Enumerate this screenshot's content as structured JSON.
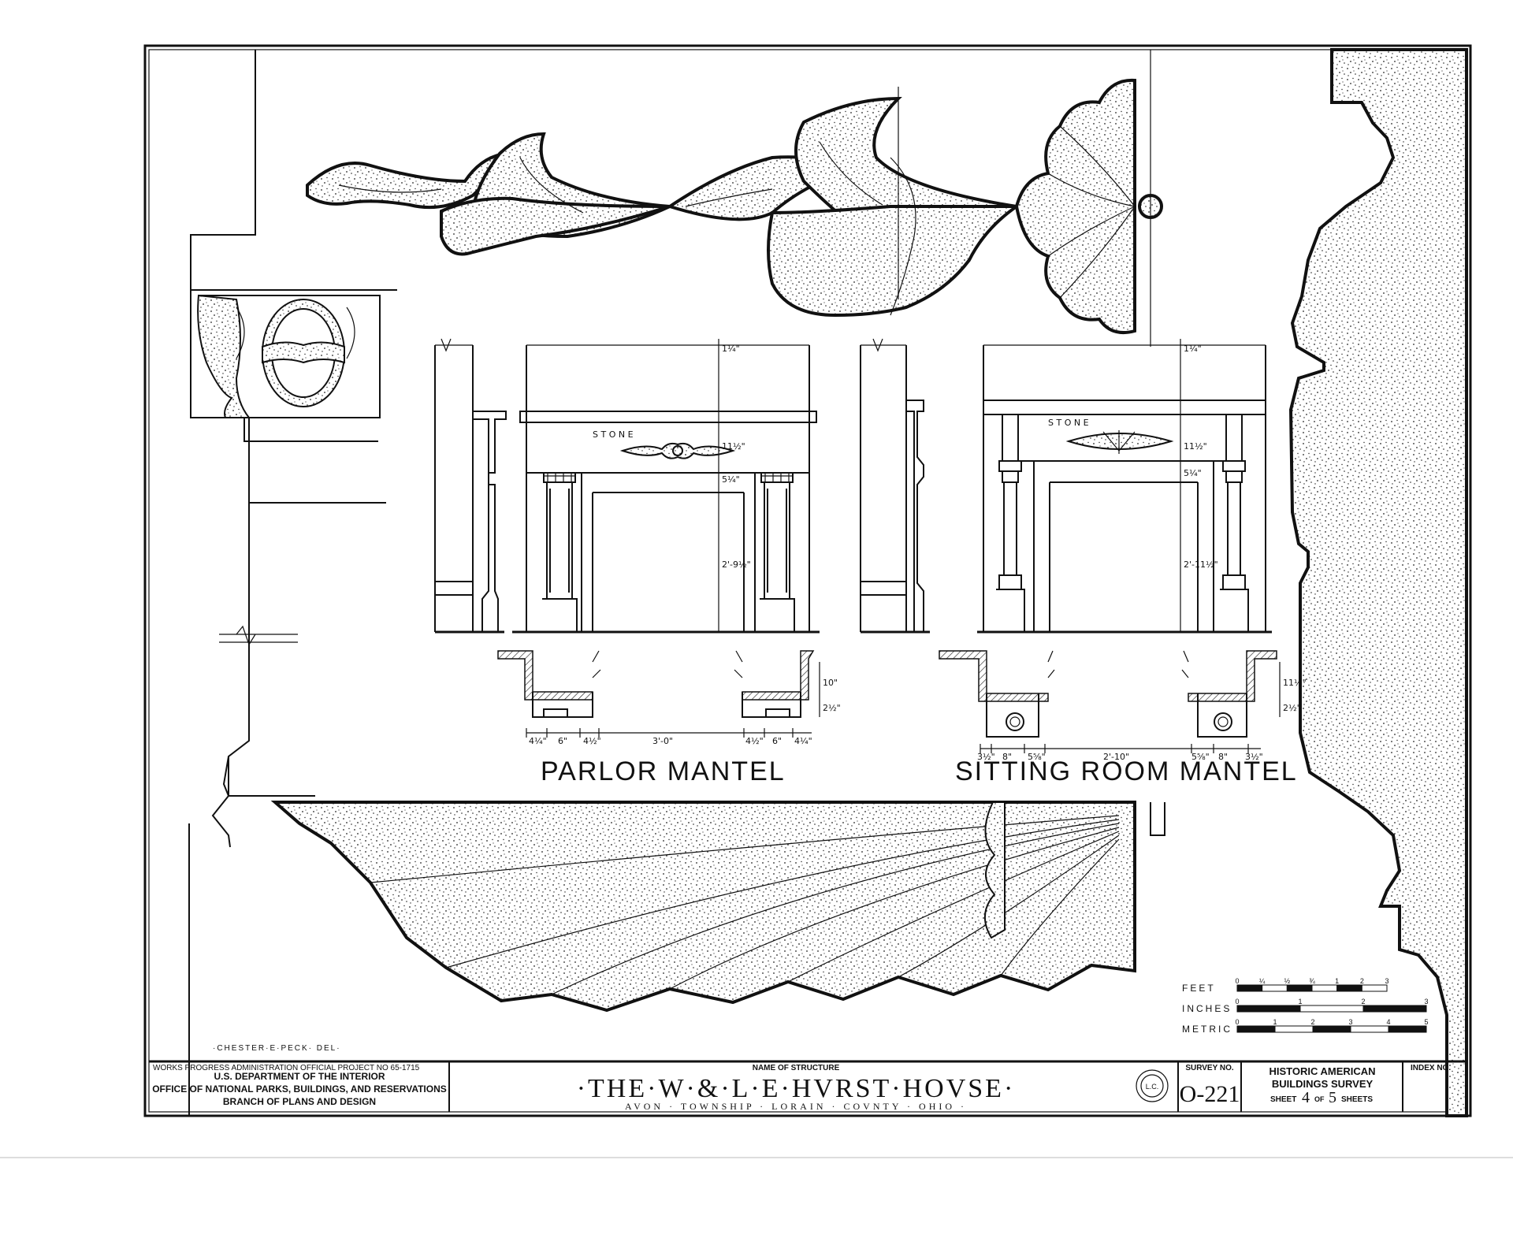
{
  "parlor": {
    "title": "PARLOR MANTEL",
    "stone": "S T O N E",
    "dims": {
      "top": "1¼\"",
      "frieze": "11½\"",
      "band": "5¼\"",
      "opening": "2'-9½\"",
      "plan_depth": "10\"",
      "plan_base": "2½\"",
      "w1": "4¼\"",
      "w2": "6\"",
      "w3": "4½\"",
      "span": "3'-0\""
    }
  },
  "sitting": {
    "title": "SITTING ROOM MANTEL",
    "stone": "S T O N E",
    "dims": {
      "top": "1¼\"",
      "frieze": "11½\"",
      "band": "5¼\"",
      "opening": "2'-11½\"",
      "plan_depth": "11½\"",
      "plan_base": "2½\"",
      "w1": "3½\"",
      "w2": "8\"",
      "w3": "5⅝\"",
      "span": "2'-10\""
    }
  },
  "scales": {
    "feet": {
      "label": "FEET",
      "ticks": [
        "0",
        "¼",
        "½",
        "¾",
        "1",
        "2",
        "3"
      ]
    },
    "inches": {
      "label": "INCHES",
      "ticks": [
        "0",
        "1",
        "2",
        "3"
      ]
    },
    "metric": {
      "label": "METRIC",
      "ticks": [
        "0",
        "1",
        "2",
        "3",
        "4",
        "5"
      ]
    }
  },
  "delineator": "·CHESTER·E·PECK· DEL·",
  "title_block": {
    "agency": {
      "line1": "WORKS PROGRESS ADMINISTRATION   OFFICIAL PROJECT  NO 65-1715",
      "line2": "U.S. DEPARTMENT OF THE INTERIOR",
      "line3": "OFFICE OF NATIONAL PARKS, BUILDINGS, AND RESERVATIONS",
      "line4": "BRANCH OF PLANS AND DESIGN"
    },
    "name_label": "NAME OF STRUCTURE",
    "structure_name": "·THE·W·&·L·E·HVRST·HOVSE·",
    "location": "AVON · TOWNSHIP · LORAIN · COVNTY · OHIO ·",
    "stamp_text": "L.C.",
    "survey_label": "SURVEY NO.",
    "survey_no": "O-221",
    "habs_line1": "HISTORIC AMERICAN",
    "habs_line2": "BUILDINGS SURVEY",
    "sheet_word": "SHEET",
    "sheet_no": "4",
    "of_word": "OF",
    "sheet_total": "5",
    "sheets_word": "SHEETS",
    "index_label": "INDEX NO."
  }
}
